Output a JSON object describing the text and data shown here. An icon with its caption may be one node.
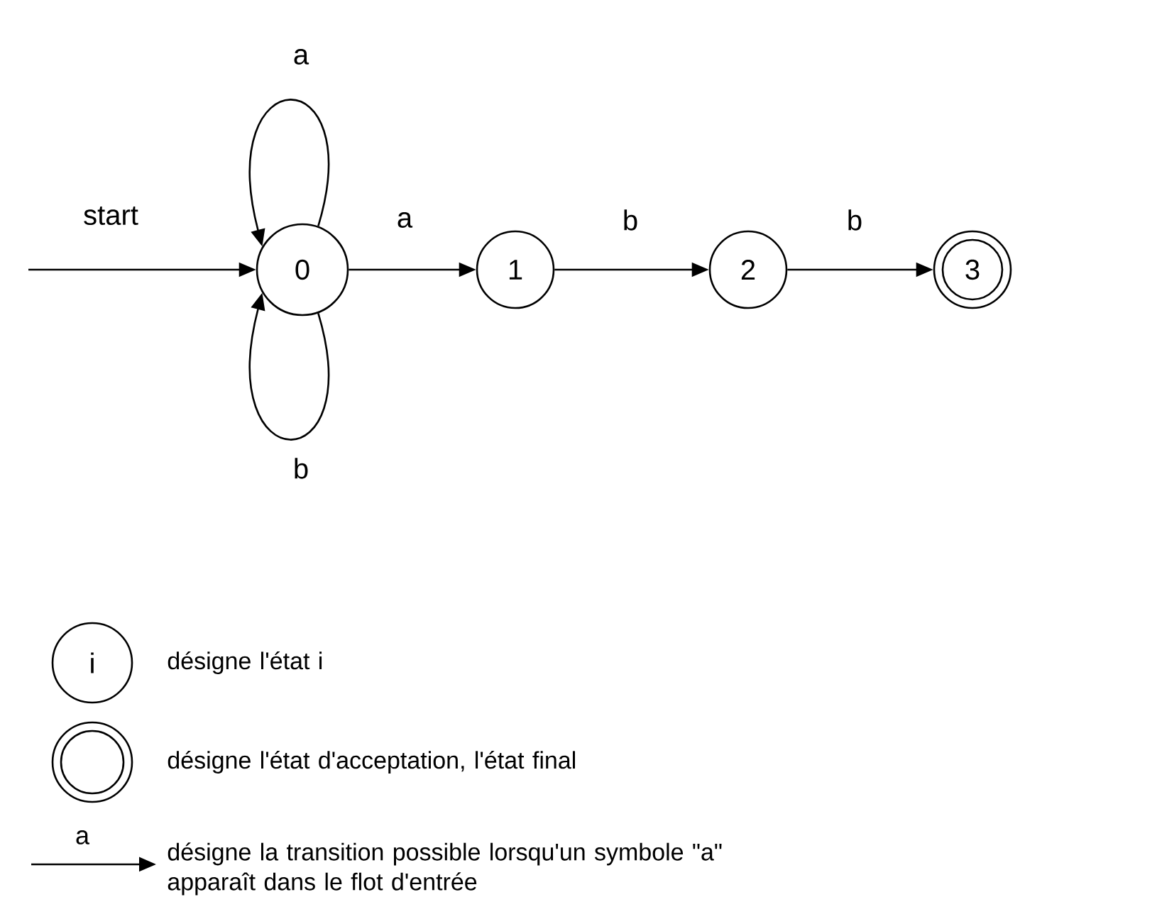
{
  "diagram": {
    "nodes": [
      {
        "text": [
          "0"
        ]
      },
      {
        "text": [
          "1"
        ]
      },
      {
        "text": [
          "2"
        ]
      },
      {
        "text": [
          "3"
        ]
      }
    ],
    "edges": [
      {
        "from": null,
        "to": 0,
        "arrow": "to",
        "label": "start"
      },
      {
        "from": 0,
        "to": 0,
        "arrow": "to",
        "label": "a"
      },
      {
        "from": 0,
        "to": 0,
        "arrow": "to",
        "label": "b"
      },
      {
        "from": 0,
        "to": 1,
        "arrow": "to",
        "label": "a"
      },
      {
        "from": 1,
        "to": 2,
        "arrow": "to",
        "label": "b"
      },
      {
        "from": 2,
        "to": 3,
        "arrow": "to",
        "label": "b"
      }
    ],
    "labels": [
      "i",
      "a"
    ],
    "legend": [
      {
        "text": "désigne l'état i"
      },
      {
        "text": "désigne l'état d'acceptation, l'état final"
      },
      {
        "text": "désigne la transition possible lorsqu'un symbole \"a\" apparaît dans le flot d'entrée"
      }
    ]
  }
}
